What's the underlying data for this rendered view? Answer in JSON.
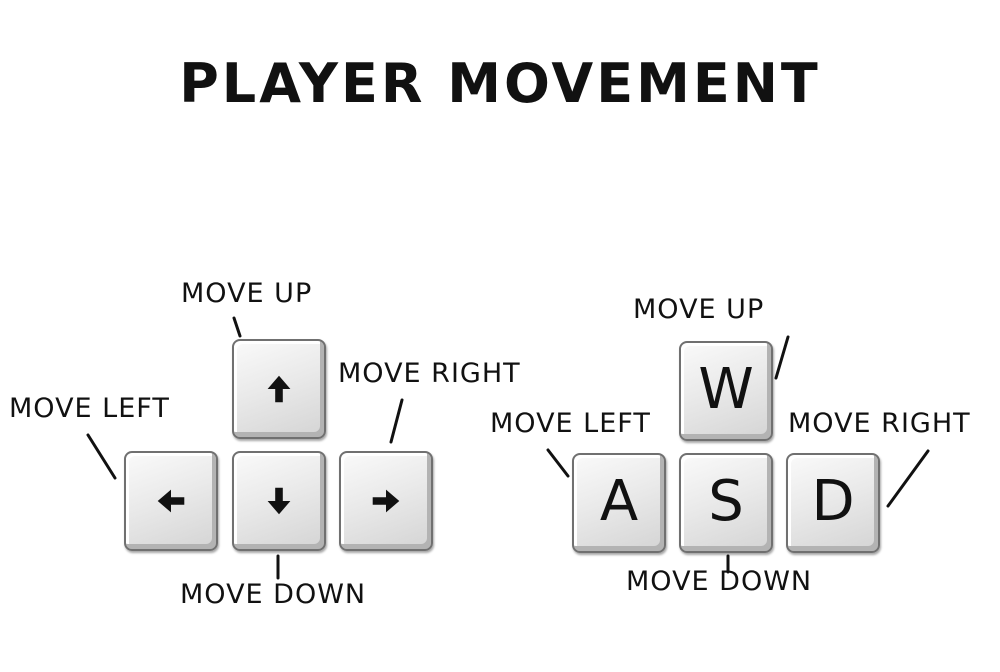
{
  "title": "PLAYER MOVEMENT",
  "arrow_cluster": {
    "up_label": "MOVE UP",
    "left_label": "MOVE LEFT",
    "right_label": "MOVE RIGHT",
    "down_label": "MOVE DOWN",
    "icons": [
      "arrow-up-icon",
      "arrow-left-icon",
      "arrow-down-icon",
      "arrow-right-icon"
    ]
  },
  "wasd_cluster": {
    "up_label": "MOVE UP",
    "left_label": "MOVE LEFT",
    "right_label": "MOVE RIGHT",
    "down_label": "MOVE DOWN",
    "keys": {
      "w": "W",
      "a": "A",
      "s": "S",
      "d": "D"
    }
  },
  "colors": {
    "ink": "#111111",
    "key_face": "#e6e6e6",
    "key_border": "#707070"
  }
}
